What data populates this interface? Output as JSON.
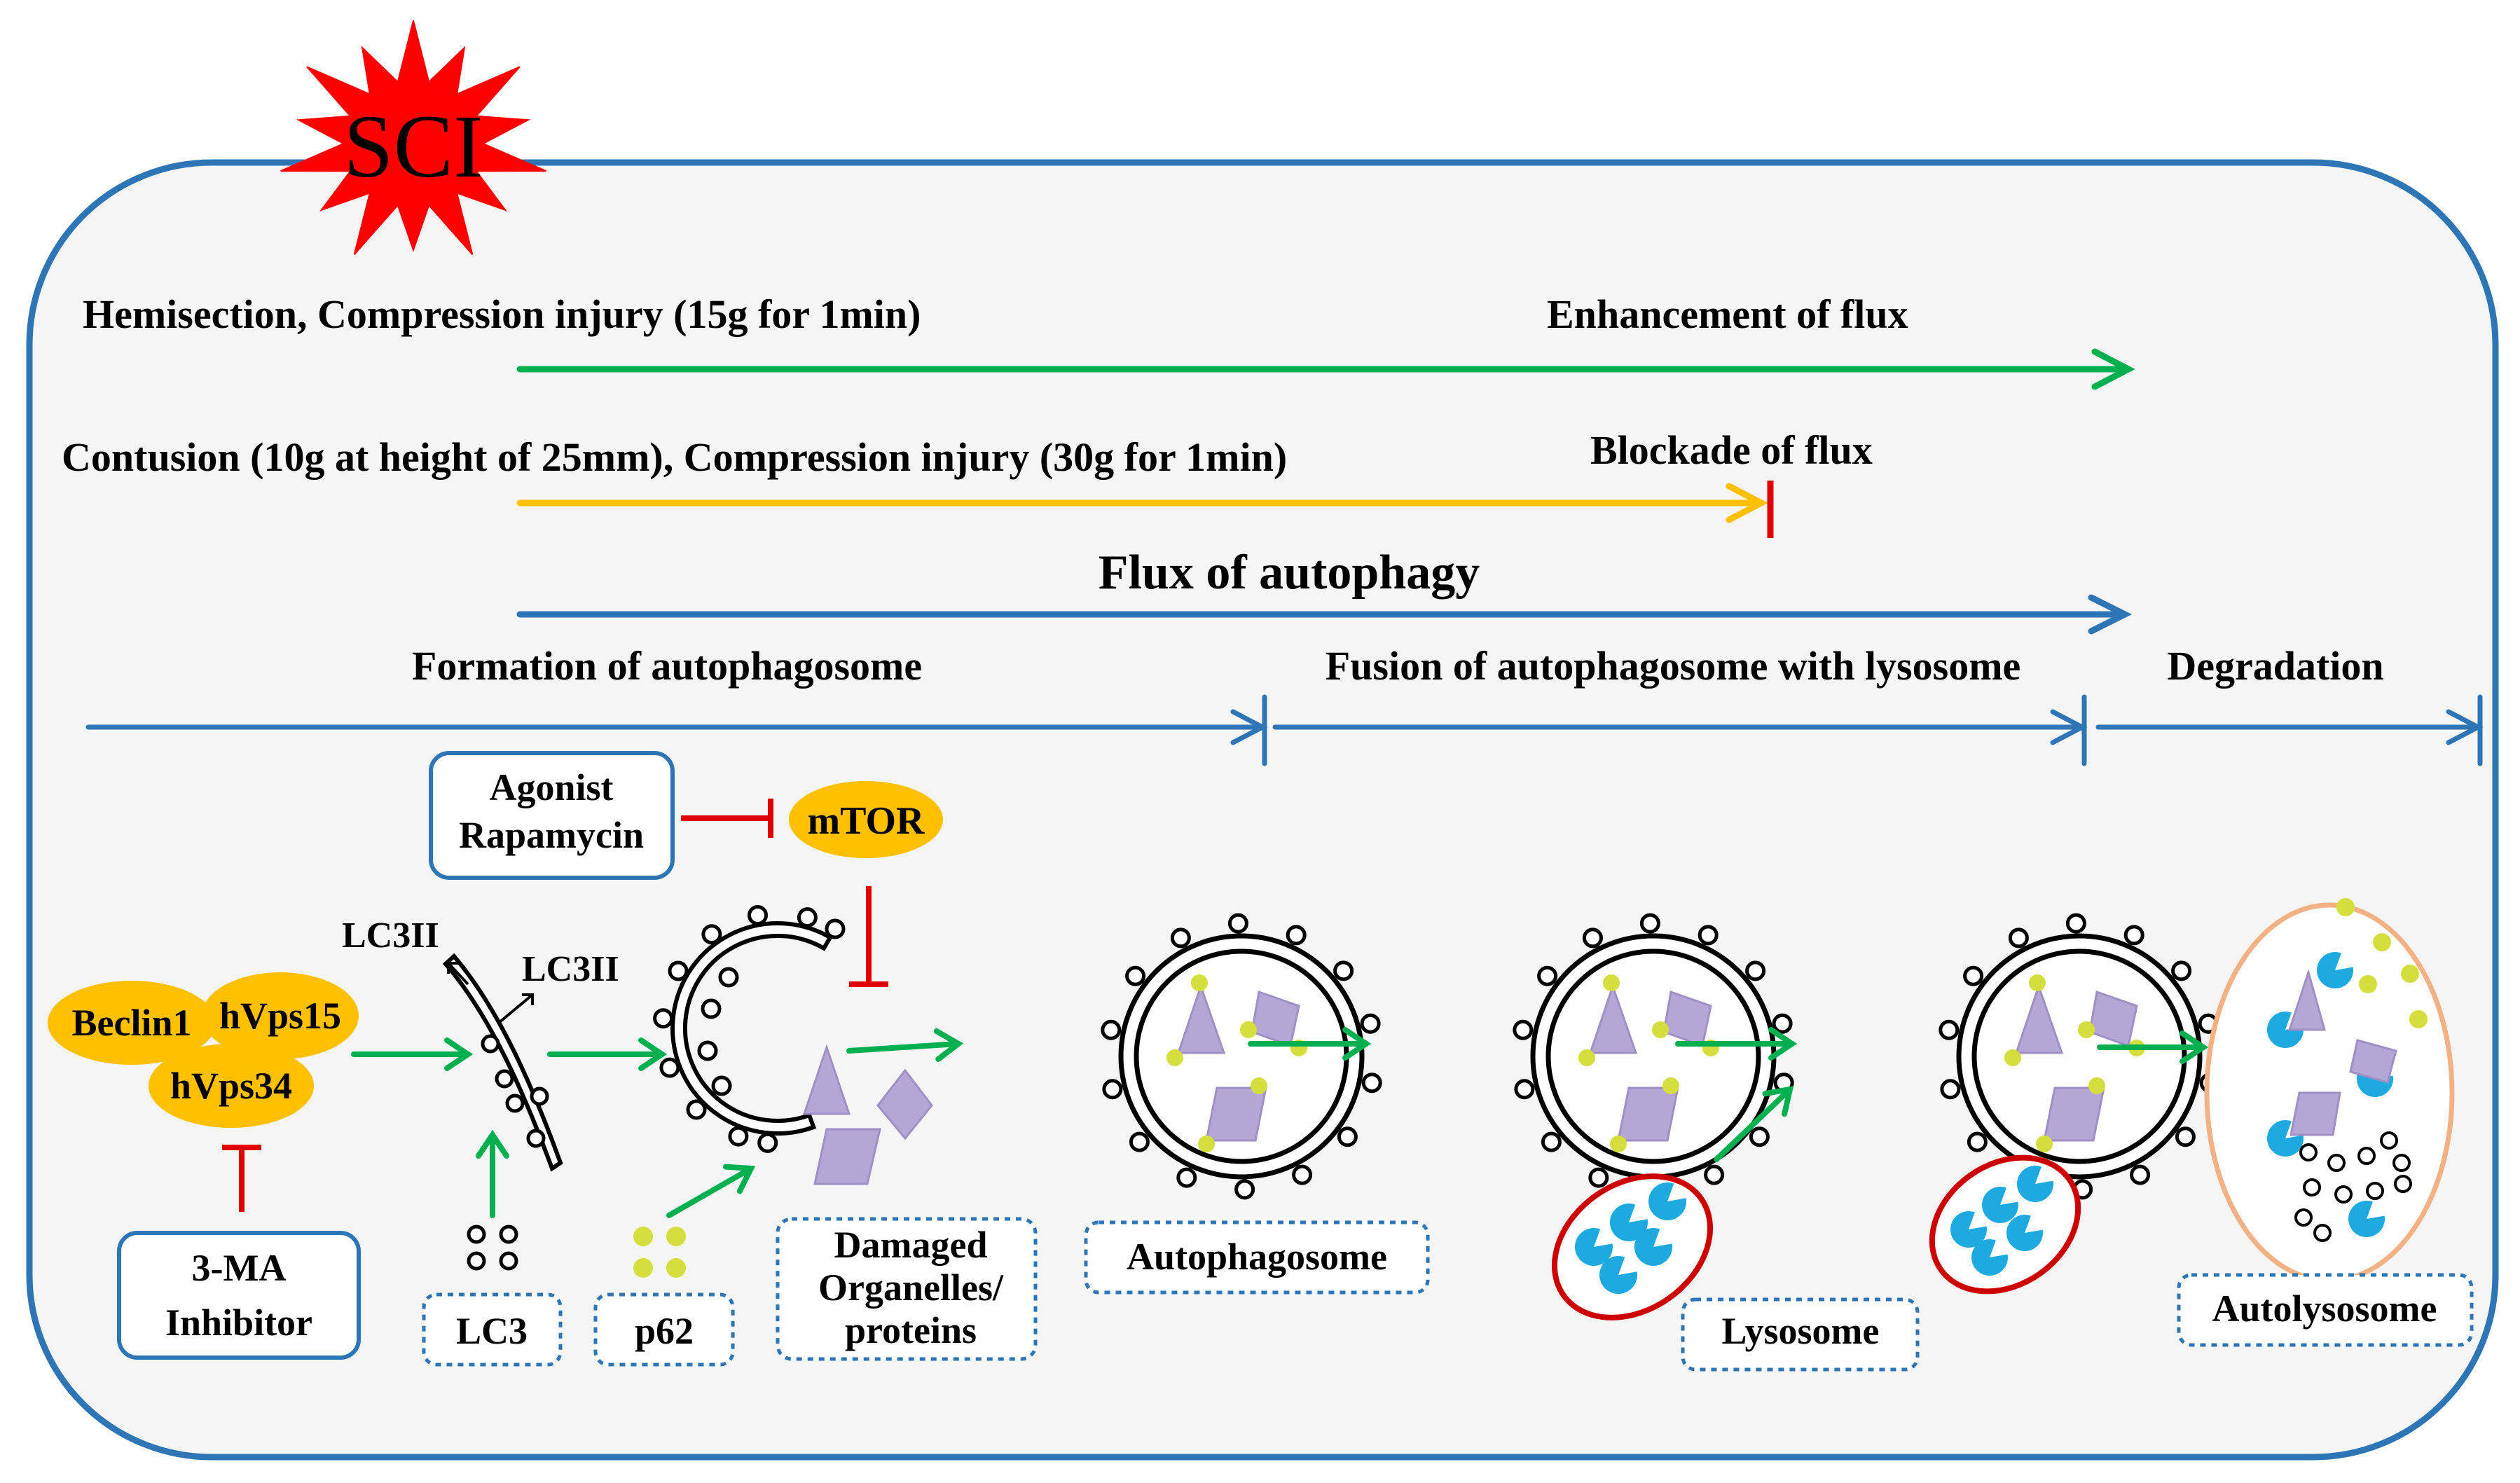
{
  "badge": {
    "label": "SCI",
    "color": "#ff0000"
  },
  "timeline": {
    "enhancement": {
      "condition": "Hemisection,  Compression injury (15g for 1min)",
      "result": "Enhancement  of flux",
      "color": "#00b050"
    },
    "blockade": {
      "condition": "Contusion (10g at height of 25mm), Compression injury (30g for 1min)",
      "result": "Blockade  of flux",
      "color": "#ffc000",
      "stop_color": "#e00000"
    },
    "flux": {
      "label": "Flux of autophagy",
      "color": "#2e75b6"
    }
  },
  "stages": {
    "formation": "Formation of autophagosome",
    "fusion": "Fusion of autophagosome  with lysosome",
    "degradation": "Degradation",
    "color": "#2e75b6"
  },
  "regulators": {
    "agonist": [
      "Agonist",
      "Rapamycin"
    ],
    "mtor": "mTOR",
    "inhibitor": [
      "3-MA",
      "Inhibitor"
    ],
    "inhibit_color": "#e00000"
  },
  "complex": {
    "beclin": "Beclin1",
    "vps15": "hVps15",
    "vps34": "hVps34",
    "color": "#ffc000"
  },
  "lc3ii": {
    "left": "LC3II",
    "right": "LC3II"
  },
  "labels": {
    "lc3": "LC3",
    "p62": "p62",
    "damaged": [
      "Damaged",
      "Organelles/",
      "proteins"
    ],
    "autophagosome": "Autophagosome",
    "lysosome": "Lysosome",
    "autolysosome": "Autolysosome"
  },
  "colors": {
    "frame": "#2e75b6",
    "background": "#f5f5f5",
    "cargo": "#b4a7d6",
    "p62_dot": "#d4de3c",
    "enzyme": "#1fa9e1",
    "lysosome_border": "#cc0000",
    "autolysosome_border": "#f4b183"
  }
}
